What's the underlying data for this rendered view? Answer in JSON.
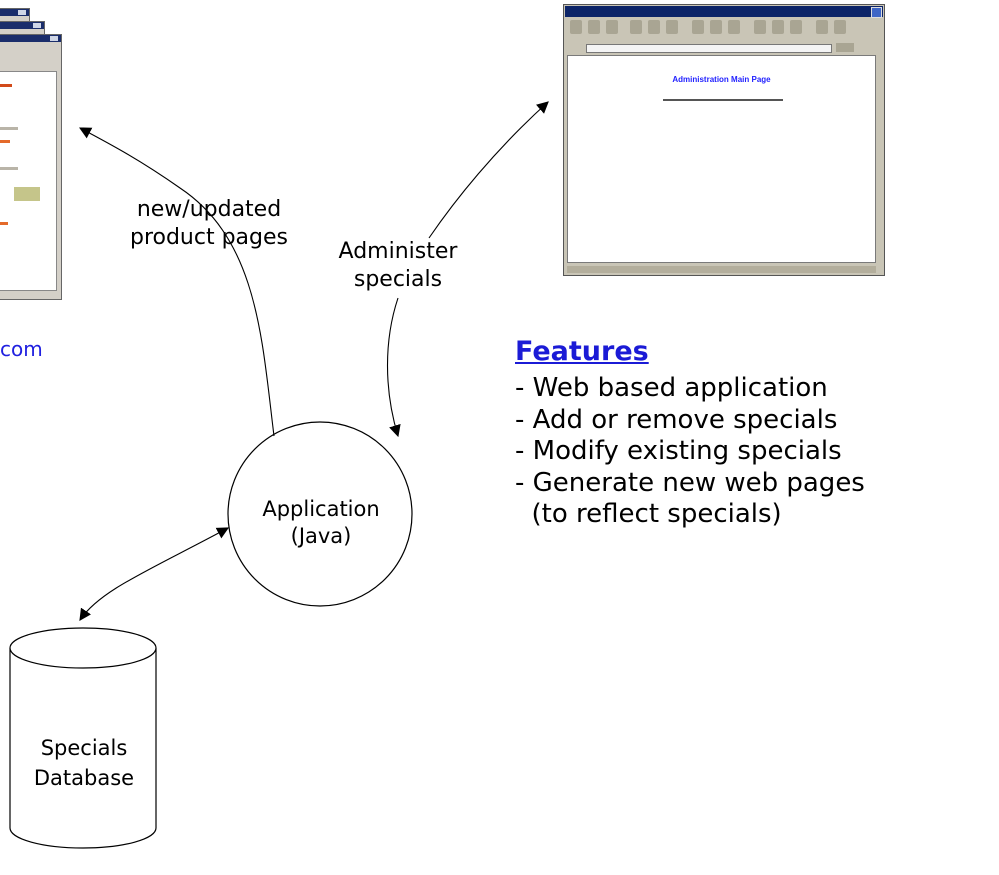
{
  "labels": {
    "new_updated_line1": "new/updated",
    "new_updated_line2": "product pages",
    "administer_line1": "Administer",
    "administer_line2": "specials",
    "application_line1": "Application",
    "application_line2": "(Java)",
    "database_line1": "Specials",
    "database_line2": "Database",
    "cut_link_text": "com"
  },
  "admin_screenshot": {
    "page_heading": "Administration Main Page"
  },
  "features": {
    "heading": "Features",
    "items": [
      "- Web based application",
      "- Add or remove specials",
      "- Modify existing specials",
      "- Generate new web pages",
      "  (to reflect specials)"
    ]
  },
  "colors": {
    "link_blue": "#1b1bd6",
    "admin_heading_blue": "#2222ff",
    "window_titlebar": "#0c2468",
    "window_chrome": "#c9c5b6"
  }
}
